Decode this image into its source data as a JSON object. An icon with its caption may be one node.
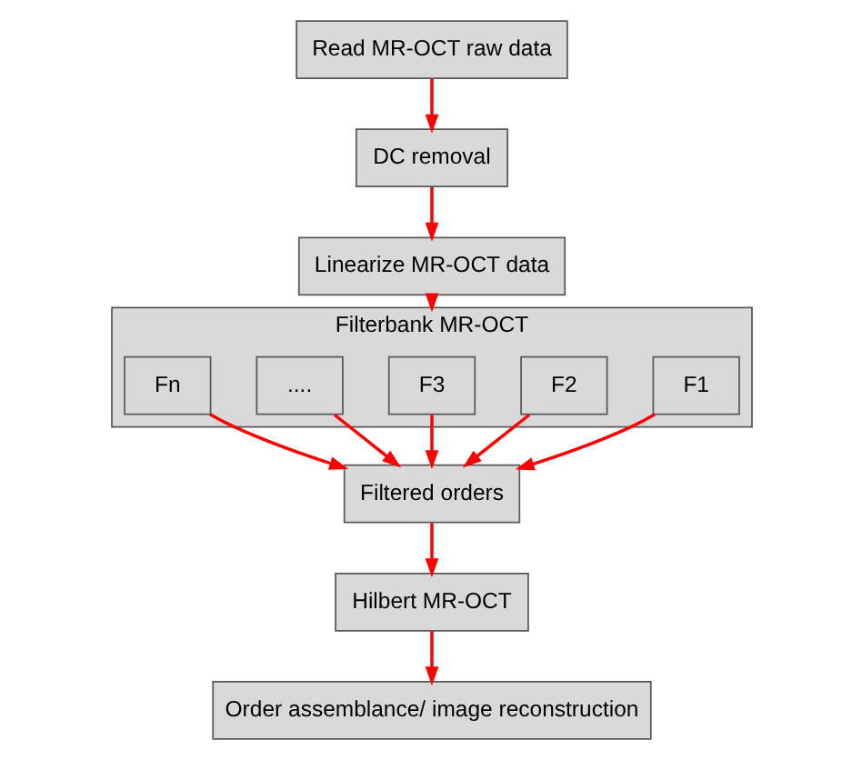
{
  "diagram": {
    "nodes": [
      {
        "text": [
          "Read MR-OCT raw data"
        ]
      },
      {
        "text": [
          "DC removal"
        ]
      },
      {
        "text": [
          "Linearize MR-OCT data"
        ]
      },
      {
        "text": [
          "Filterbank MR-OCT"
        ]
      },
      {
        "text": [
          "F1"
        ],
        "in": 3
      },
      {
        "text": [
          "F2"
        ],
        "in": 3
      },
      {
        "text": [
          "F3"
        ],
        "in": 3
      },
      {
        "text": [
          "...."
        ],
        "in": 3
      },
      {
        "text": [
          "Fn"
        ],
        "in": 3
      },
      {
        "text": [
          "Filtered orders"
        ]
      },
      {
        "text": [
          "Hilbert MR-OCT"
        ]
      },
      {
        "text": [
          "Order assemblance/ image reconstruction"
        ]
      }
    ],
    "edges": [
      {
        "from": 0,
        "to": 1,
        "arrow": "to"
      },
      {
        "from": 1,
        "to": 2,
        "arrow": "to"
      },
      {
        "from": 2,
        "to": 3,
        "arrow": "to"
      },
      {
        "from": 4,
        "to": 9,
        "arrow": "to"
      },
      {
        "from": 5,
        "to": 9,
        "arrow": "to"
      },
      {
        "from": 6,
        "to": 9,
        "arrow": "to"
      },
      {
        "from": 7,
        "to": 9,
        "arrow": "to"
      },
      {
        "from": 8,
        "to": 9,
        "arrow": "to"
      },
      {
        "from": 9,
        "to": 10,
        "arrow": "to"
      },
      {
        "from": 10,
        "to": 11,
        "arrow": "to"
      }
    ]
  }
}
